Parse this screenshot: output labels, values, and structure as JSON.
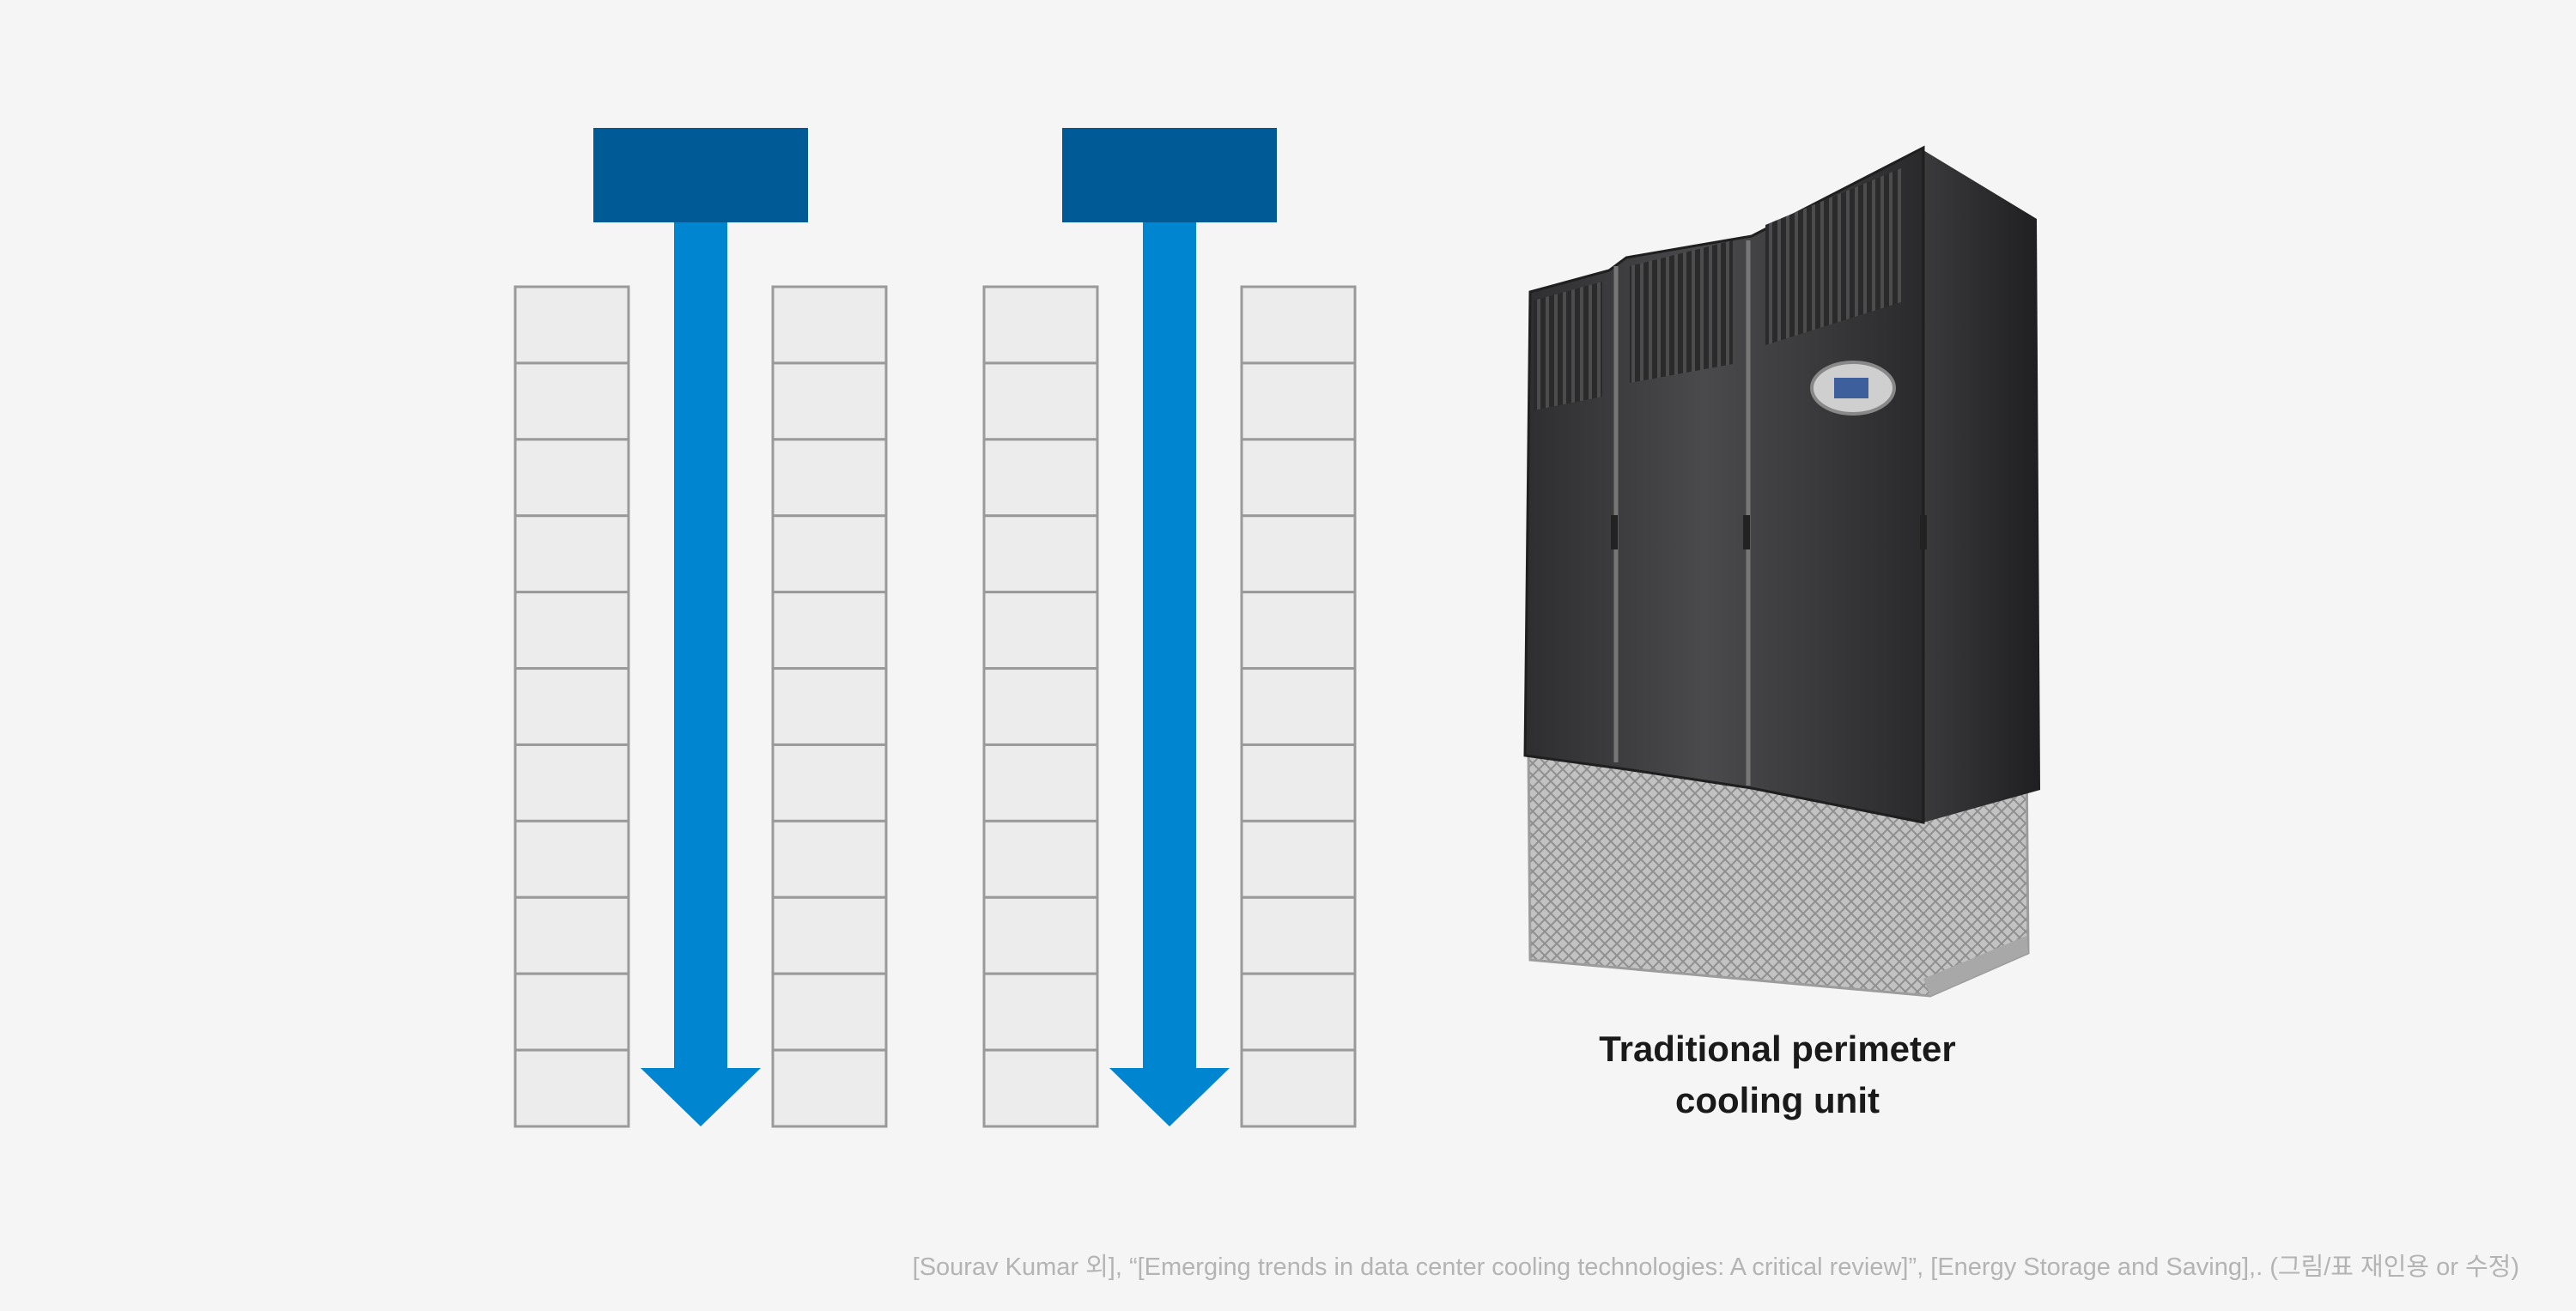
{
  "unit": {
    "label_line1": "Traditional perimeter",
    "label_line2": "cooling unit"
  },
  "caption": "[Sourav Kumar 외], “[Emerging trends in data center cooling technologies: A critical review]”, [Energy Storage and Saving],. (그림/표 재인용 or 수정)",
  "colors": {
    "background": "#f5f5f5",
    "supply_block": "#005a96",
    "airflow_arrow": "#0085d0",
    "rack_cell_fill": "#ececec",
    "rack_cell_stroke": "#9a9a9a",
    "cabinet_body": "#3d3d3f",
    "cabinet_base": "#b9b9b9"
  },
  "icons": {
    "airflow": "down-arrow-icon",
    "cooling_unit": "cooling-cabinet-icon"
  }
}
